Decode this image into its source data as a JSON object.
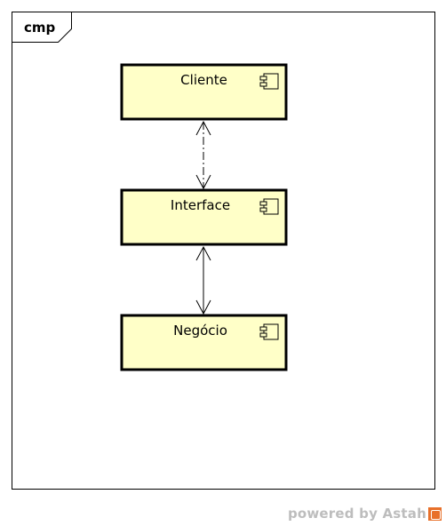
{
  "diagram": {
    "frame_label": "cmp",
    "components": [
      {
        "id": "cliente",
        "name": "Cliente"
      },
      {
        "id": "interface",
        "name": "Interface"
      },
      {
        "id": "negocio",
        "name": "Negócio"
      }
    ],
    "connections": [
      {
        "from": "cliente",
        "to": "interface",
        "style": "dash-dot",
        "arrows": "both"
      },
      {
        "from": "interface",
        "to": "negocio",
        "style": "solid",
        "arrows": "both"
      }
    ],
    "colors": {
      "component_fill": "#ffffc8",
      "stroke": "#000000",
      "watermark": "#bdbdbd",
      "logo": "#e8702a"
    }
  },
  "footer": {
    "watermark": "powered by Astah"
  }
}
